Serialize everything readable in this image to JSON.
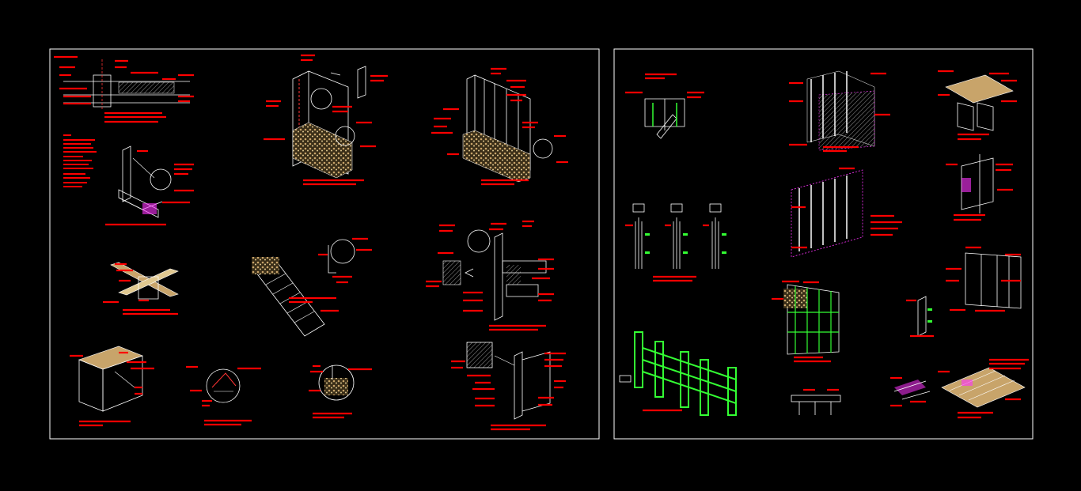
{
  "window": {
    "background": "#000000"
  },
  "colors": {
    "frame": "#ffffff",
    "line": "#ffffff",
    "annotation": "#ff0000",
    "accent_green": "#33ff33",
    "accent_magenta": "#ff33ff",
    "fill_sand": "#c8a46a",
    "fill_hatch": "#8a6f3e"
  },
  "sheets": [
    {
      "name": "sheet-left",
      "details": 12
    },
    {
      "name": "sheet-right",
      "details": 14
    }
  ]
}
